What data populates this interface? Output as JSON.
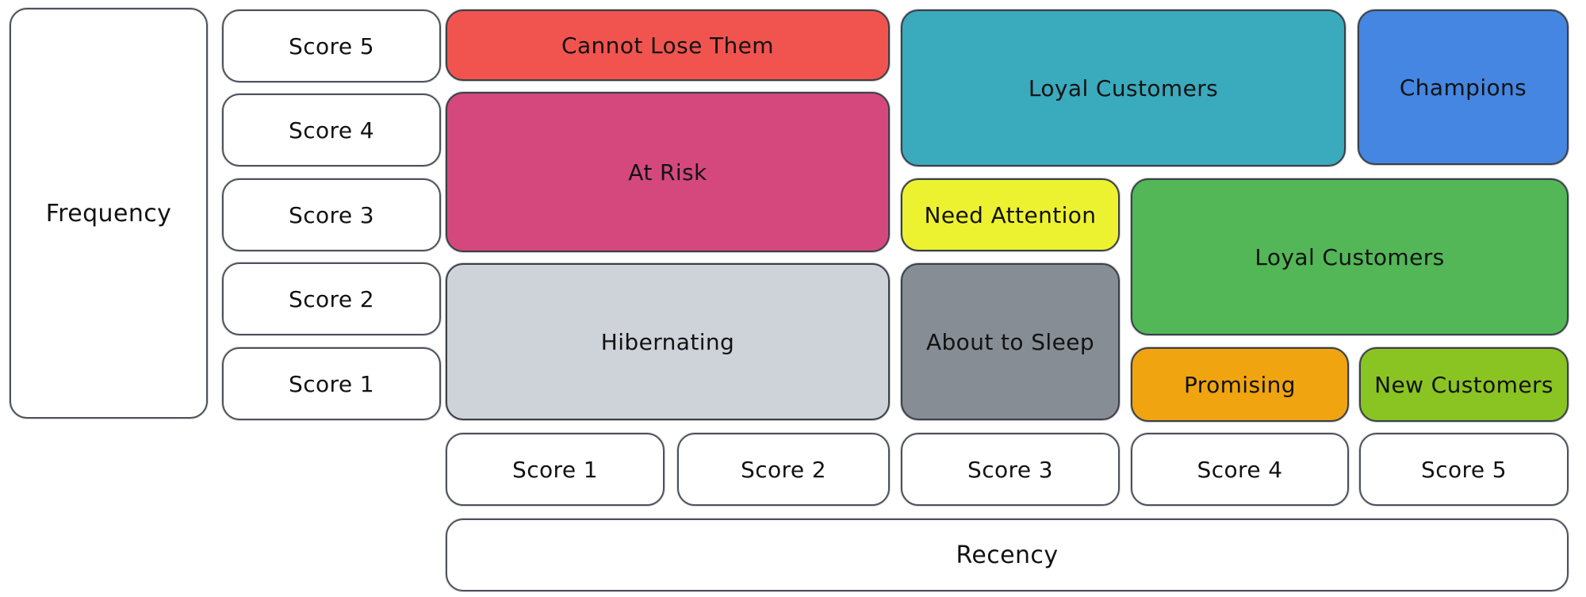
{
  "diagram_type": "RFM customer segmentation matrix",
  "axes": {
    "frequency": {
      "label": "Frequency",
      "scores": [
        "Score 5",
        "Score 4",
        "Score 3",
        "Score 2",
        "Score 1"
      ]
    },
    "recency": {
      "label": "Recency",
      "scores": [
        "Score 1",
        "Score 2",
        "Score 3",
        "Score 4",
        "Score 5"
      ]
    }
  },
  "segments": {
    "cannot_lose_them": {
      "label": "Cannot Lose Them",
      "color": "#f1544f",
      "recency_scores": "1-2",
      "frequency_scores": "5"
    },
    "at_risk": {
      "label": "At Risk",
      "color": "#d5487e",
      "recency_scores": "1-2",
      "frequency_scores": "3-4"
    },
    "hibernating": {
      "label": "Hibernating",
      "color": "#ced3d9",
      "recency_scores": "1-2",
      "frequency_scores": "1-2"
    },
    "loyal_customers_upper": {
      "label": "Loyal Customers",
      "color": "#3aaabd",
      "recency_scores": "3-4",
      "frequency_scores": "4-5"
    },
    "champions": {
      "label": "Champions",
      "color": "#4486e1",
      "recency_scores": "5",
      "frequency_scores": "4-5"
    },
    "need_attention": {
      "label": "Need Attention",
      "color": "#edf230",
      "recency_scores": "3",
      "frequency_scores": "3"
    },
    "loyal_customers_lower": {
      "label": "Loyal Customers",
      "color": "#53b657",
      "recency_scores": "4-5",
      "frequency_scores": "2-3"
    },
    "about_to_sleep": {
      "label": "About to Sleep",
      "color": "#868d94",
      "recency_scores": "3",
      "frequency_scores": "1-2"
    },
    "promising": {
      "label": "Promising",
      "color": "#f0a410",
      "recency_scores": "4",
      "frequency_scores": "1"
    },
    "new_customers": {
      "label": "New Customers",
      "color": "#8ac423",
      "recency_scores": "5",
      "frequency_scores": "1"
    }
  }
}
